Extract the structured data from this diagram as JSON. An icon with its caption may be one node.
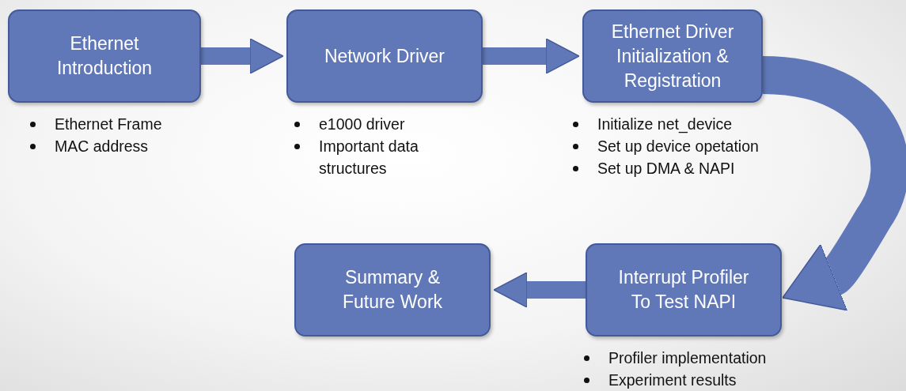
{
  "diagram": {
    "nodes": [
      {
        "text": [
          "Ethernet Introduction"
        ],
        "beside": [
          "Ethernet Frame",
          "MAC address"
        ]
      },
      {
        "text": [
          "Network Driver"
        ],
        "beside": [
          "e1000 driver",
          "Important data structures"
        ]
      },
      {
        "text": [
          "Ethernet Driver Initialization & Registration"
        ],
        "beside": [
          "Initialize net_device",
          "Set up device opetation",
          "Set up DMA & NAPI"
        ]
      },
      {
        "text": [
          "Interrupt Profiler To Test NAPI"
        ],
        "beside": [
          "Profiler implementation",
          "Experiment results"
        ]
      },
      {
        "text": [
          "Summary & Future Work"
        ]
      }
    ],
    "edges": [
      {
        "from": 0,
        "to": 1,
        "arrow": "to"
      },
      {
        "from": 1,
        "to": 2,
        "arrow": "to"
      },
      {
        "from": 2,
        "to": 3,
        "arrow": "to",
        "style": "thick"
      },
      {
        "from": 3,
        "to": 4,
        "arrow": "to"
      }
    ]
  }
}
